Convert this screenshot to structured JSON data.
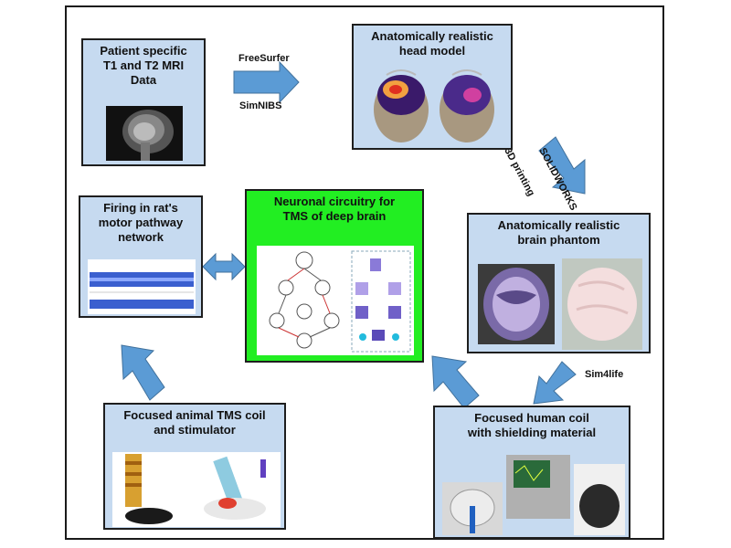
{
  "boxes": {
    "mri": "Patient specific\nT1 and T2 MRI\nData",
    "head": "Anatomically realistic\nhead model",
    "phantom": "Anatomically realistic\nbrain phantom",
    "human_coil": "Focused human coil\nwith shielding material",
    "animal_coil": "Focused animal TMS coil\nand stimulator",
    "firing": "Firing in rat's\nmotor pathway\nnetwork",
    "center": "Neuronal circuitry for\nTMS of deep brain"
  },
  "arrow_labels": {
    "freesurfer": "FreeSurfer",
    "simnibs": "SimNIBS",
    "solidworks": "SOLIDWORKS",
    "printing": "3D printing",
    "sim4life": "Sim4life"
  },
  "colors": {
    "box_fill": "#c6daf0",
    "center_fill": "#22ee22",
    "arrow": "#5b9bd5"
  }
}
